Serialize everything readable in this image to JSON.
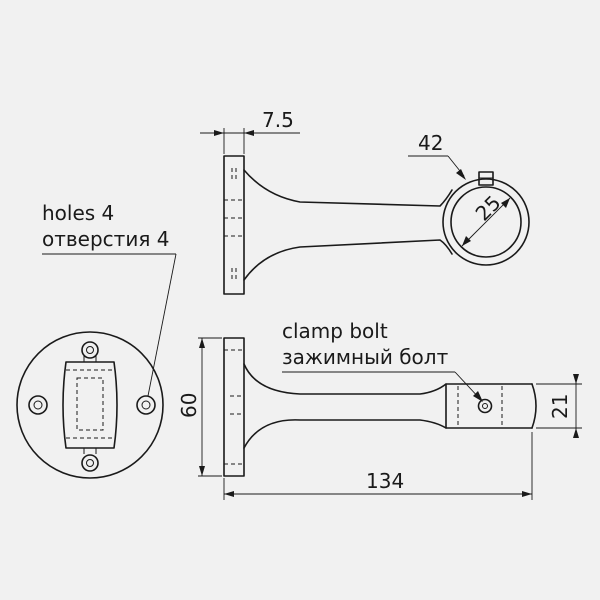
{
  "labels": {
    "holes_en": "holes 4",
    "holes_ru": "отверстия 4",
    "clamp_en": "clamp bolt",
    "clamp_ru": "зажимный болт"
  },
  "dimensions": {
    "flange_thickness": "7.5",
    "ring_outer": "42",
    "ring_inner": "25",
    "height": "60",
    "clamp_height": "21",
    "length": "134"
  }
}
